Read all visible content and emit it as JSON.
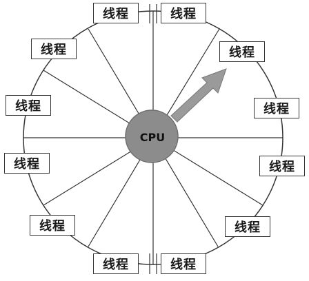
{
  "cpu": {
    "label": "CPU"
  },
  "threads": [
    {
      "label": "线程"
    },
    {
      "label": "线程"
    },
    {
      "label": "线程"
    },
    {
      "label": "线程"
    },
    {
      "label": "线程"
    },
    {
      "label": "线程"
    },
    {
      "label": "线程"
    },
    {
      "label": "线程"
    },
    {
      "label": "线程"
    },
    {
      "label": "线程"
    },
    {
      "label": "线程"
    },
    {
      "label": "线程"
    }
  ],
  "colors": {
    "cpu_fill": "#8c8c8c",
    "arrow_fill": "#9a9a9a",
    "line": "#333333"
  }
}
